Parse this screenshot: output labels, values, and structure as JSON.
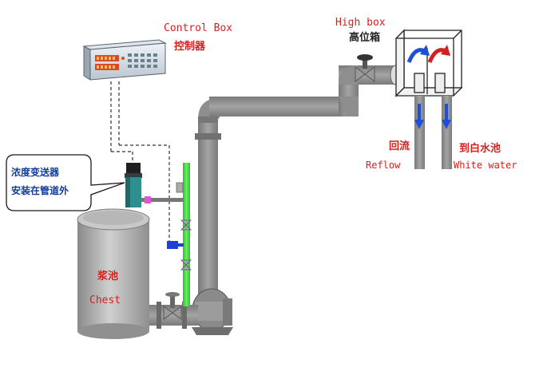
{
  "labels": {
    "control_box_en": "Control Box",
    "control_box_cn": "控制器",
    "high_box_en": "High box",
    "high_box_cn": "高位箱",
    "reflow_cn": "回流",
    "reflow_en": "Reflow",
    "white_water_cn": "到白水池",
    "white_water_en": "White water",
    "transmitter_line1": "浓度变送器",
    "transmitter_line2": "安装在管道外",
    "chest_cn": "浆池",
    "chest_en": "Chest"
  },
  "colors": {
    "label_red": "#d91e1e",
    "callout_text": "#123c9c",
    "pipe_gray": "#8c8c8c",
    "sample_line_green": "#33cc33",
    "flow_arrow_blue": "#1f4fd6",
    "flow_arrow_red": "#d61f1f"
  },
  "icons": [
    "control-box-icon",
    "valve-icon",
    "sensor-icon",
    "pump-icon",
    "tank-icon",
    "flow-arrow-icon"
  ]
}
